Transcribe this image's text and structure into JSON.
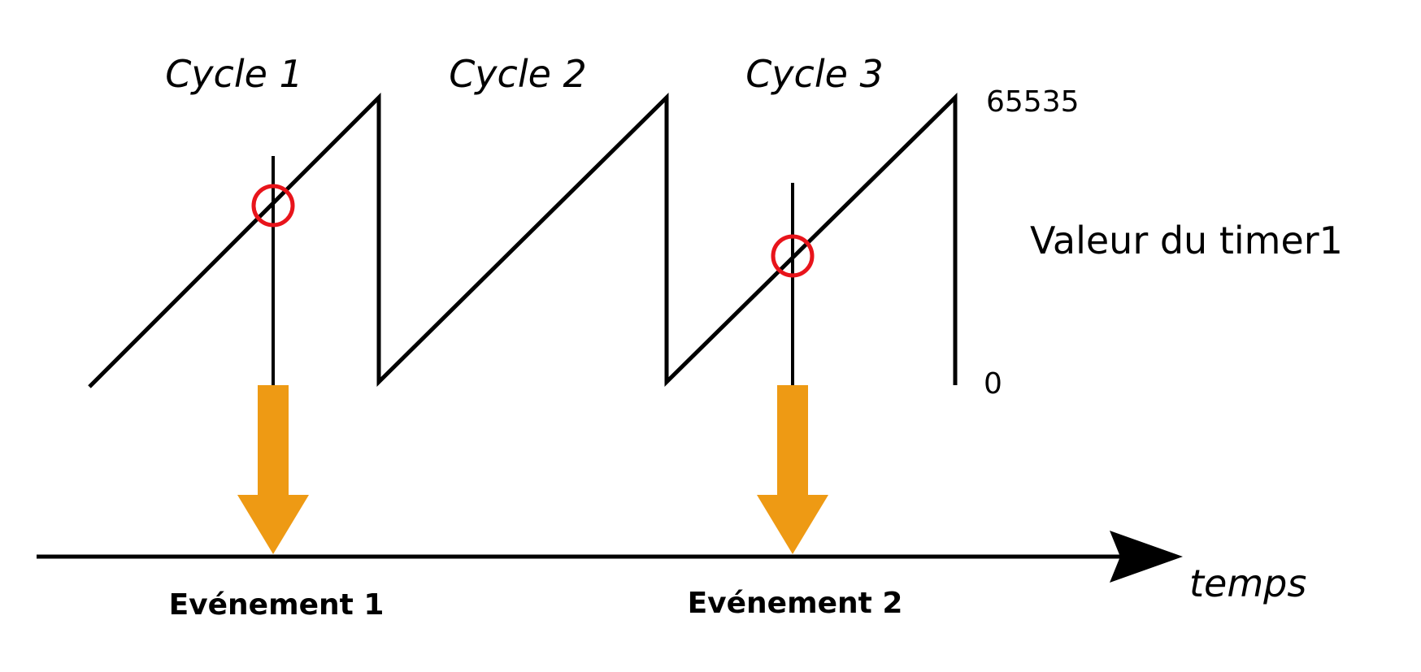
{
  "labels": {
    "cycles": [
      "Cycle 1",
      "Cycle 2",
      "Cycle 3"
    ],
    "max_value": "65535",
    "min_value": "0",
    "series_label": "Valeur du timer1",
    "axis_label": "temps",
    "events": [
      "Evénement 1",
      "Evénement 2"
    ]
  },
  "colors": {
    "line": "#000000",
    "marker": "#e8141b",
    "arrow": "#ee9a14",
    "background": "#ffffff"
  }
}
